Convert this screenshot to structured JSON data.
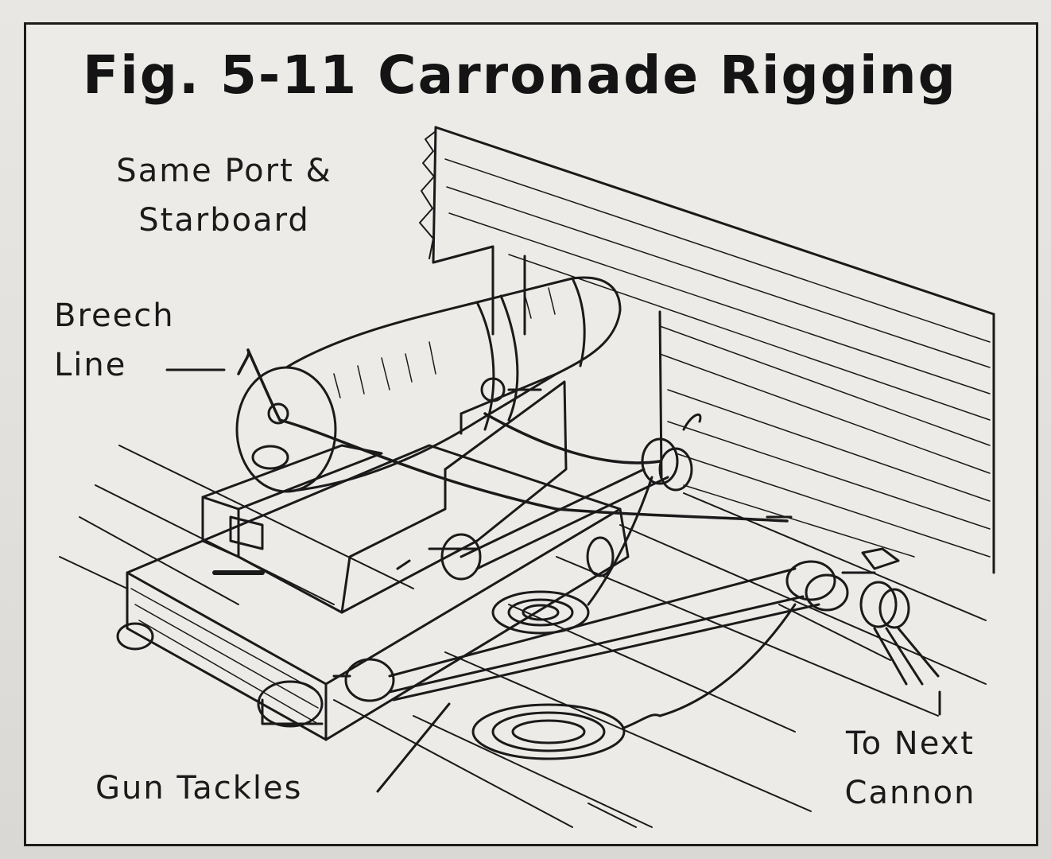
{
  "figure": {
    "title": "Fig. 5-11 Carronade Rigging"
  },
  "labels": {
    "same_port_line1": "Same Port &",
    "same_port_line2": "Starboard",
    "breech_line1": "Breech",
    "breech_line2": "Line",
    "gun_tackles": "Gun Tackles",
    "to_next_line1": "To Next",
    "to_next_line2": "Cannon"
  },
  "colors": {
    "ink": "#1a1a1a",
    "paper": "#ecebe8"
  }
}
